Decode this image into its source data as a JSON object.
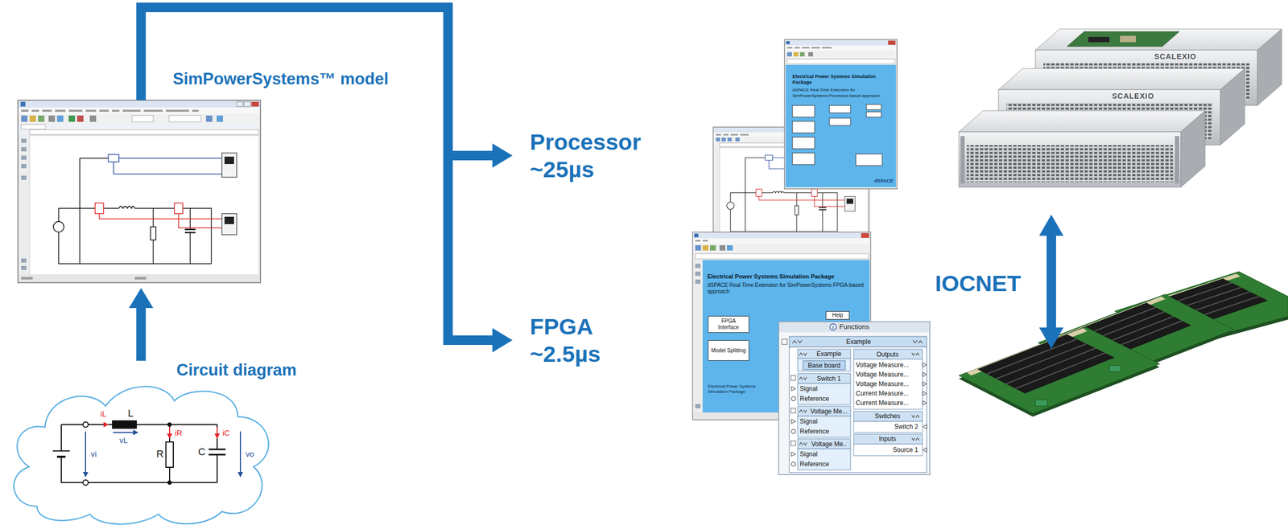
{
  "diagram": {
    "nodes": [
      {
        "text": [
          "SimPowerSystems™ model"
        ]
      },
      {
        "text": [
          "Circuit diagram"
        ]
      },
      {
        "text": [
          "Processor ~25µs"
        ]
      },
      {
        "text": [
          "FPGA ~2.5µs"
        ]
      },
      {
        "text": [
          "Electrical Power Systems Simulation Package",
          "dSPACE Real-Time Extension for SimPowerSystems Processor-based approach"
        ]
      },
      {
        "text": [
          "Electrical Power Systems Simulation Package",
          "dSPACE Real-Time Extension for SimPowerSystems FPGA-based approach"
        ]
      },
      {
        "text": [
          "FPGA Interface"
        ],
        "in": 5
      },
      {
        "text": [
          "Model Splitting"
        ],
        "in": 5
      },
      {
        "text": [
          "Help"
        ],
        "in": 5
      },
      {
        "text": [
          "Functions"
        ]
      }
    ],
    "edges": [
      {
        "from": 1,
        "to": 0,
        "arrow": "to"
      },
      {
        "from": 0,
        "to": 2,
        "arrow": "to"
      },
      {
        "from": 0,
        "to": 3,
        "arrow": "to"
      }
    ],
    "labels": [
      "SCALEXIO",
      "SCALEXIO",
      "IOCNET",
      "iL",
      "L",
      "vL",
      "iR",
      "R",
      "iC",
      "C",
      "vi",
      "vo",
      "Electrical Power Systems Simulation Package",
      "dSPACE",
      "Example",
      "Example",
      "Base board",
      "Switch 1",
      "Signal",
      "Reference",
      "Voltage Me...",
      "Signal",
      "Reference",
      "Voltage Me..",
      "Signal",
      "Reference",
      "Outputs",
      "Voltage Measure...",
      "Voltage Measure...",
      "Voltage Measure...",
      "Current Measure...",
      "Current Measure...",
      "Switches",
      "Switch 2",
      "Inputs",
      "Source 1"
    ]
  }
}
